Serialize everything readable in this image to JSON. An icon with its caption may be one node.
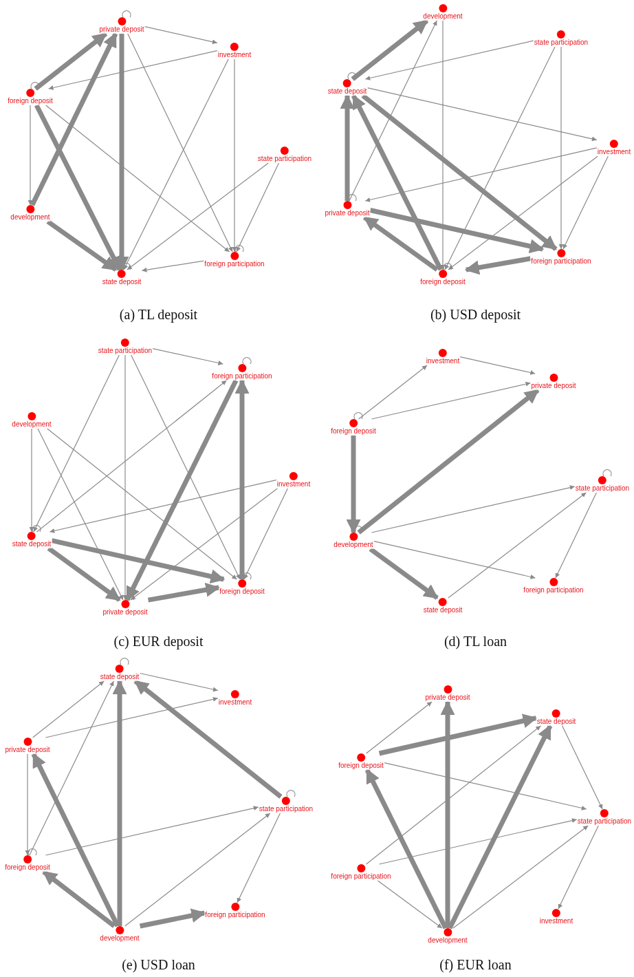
{
  "diagram": {
    "nodes": [
      {
        "text": [
          "(a) TL deposit"
        ]
      },
      {
        "text": [
          "private deposit"
        ],
        "in": 0
      },
      {
        "text": [
          "investment"
        ],
        "in": 0
      },
      {
        "text": [
          "foreign deposit"
        ],
        "in": 0
      },
      {
        "text": [
          "state participation"
        ],
        "in": 0
      },
      {
        "text": [
          "development"
        ],
        "in": 0
      },
      {
        "text": [
          "foreign participation"
        ],
        "in": 0
      },
      {
        "text": [
          "state deposit"
        ],
        "in": 0
      },
      {
        "text": [
          "(b) USD deposit"
        ]
      },
      {
        "text": [
          "development"
        ],
        "in": 8
      },
      {
        "text": [
          "state participation"
        ],
        "in": 8
      },
      {
        "text": [
          "state deposit"
        ],
        "in": 8
      },
      {
        "text": [
          "investment"
        ],
        "in": 8
      },
      {
        "text": [
          "private deposit"
        ],
        "in": 8
      },
      {
        "text": [
          "foreign participation"
        ],
        "in": 8
      },
      {
        "text": [
          "foreign deposit"
        ],
        "in": 8
      },
      {
        "text": [
          "(c) EUR deposit"
        ]
      },
      {
        "text": [
          "state participation"
        ],
        "in": 16
      },
      {
        "text": [
          "foreign participation"
        ],
        "in": 16
      },
      {
        "text": [
          "development"
        ],
        "in": 16
      },
      {
        "text": [
          "investment"
        ],
        "in": 16
      },
      {
        "text": [
          "state deposit"
        ],
        "in": 16
      },
      {
        "text": [
          "foreign deposit"
        ],
        "in": 16
      },
      {
        "text": [
          "private deposit"
        ],
        "in": 16
      },
      {
        "text": [
          "(d) TL loan"
        ]
      },
      {
        "text": [
          "investment"
        ],
        "in": 24
      },
      {
        "text": [
          "private deposit"
        ],
        "in": 24
      },
      {
        "text": [
          "foreign deposit"
        ],
        "in": 24
      },
      {
        "text": [
          "state participation"
        ],
        "in": 24
      },
      {
        "text": [
          "development"
        ],
        "in": 24
      },
      {
        "text": [
          "foreign participation"
        ],
        "in": 24
      },
      {
        "text": [
          "state deposit"
        ],
        "in": 24
      },
      {
        "text": [
          "(e) USD loan"
        ]
      },
      {
        "text": [
          "state deposit"
        ],
        "in": 32
      },
      {
        "text": [
          "investment"
        ],
        "in": 32
      },
      {
        "text": [
          "private deposit"
        ],
        "in": 32
      },
      {
        "text": [
          "state participation"
        ],
        "in": 32
      },
      {
        "text": [
          "foreign deposit"
        ],
        "in": 32
      },
      {
        "text": [
          "foreign participation"
        ],
        "in": 32
      },
      {
        "text": [
          "development"
        ],
        "in": 32
      },
      {
        "text": [
          "(f) EUR loan"
        ]
      },
      {
        "text": [
          "private deposit"
        ],
        "in": 40
      },
      {
        "text": [
          "state deposit"
        ],
        "in": 40
      },
      {
        "text": [
          "foreign deposit"
        ],
        "in": 40
      },
      {
        "text": [
          "state participation"
        ],
        "in": 40
      },
      {
        "text": [
          "foreign participation"
        ],
        "in": 40
      },
      {
        "text": [
          "investment"
        ],
        "in": 40
      },
      {
        "text": [
          "development"
        ],
        "in": 40
      }
    ],
    "edges": [
      {
        "from": 3,
        "to": 1,
        "arrow": "to",
        "style": "thick"
      },
      {
        "from": 5,
        "to": 1,
        "arrow": "to",
        "style": "thick"
      },
      {
        "from": 1,
        "to": 7,
        "arrow": "to",
        "style": "thick"
      },
      {
        "from": 3,
        "to": 7,
        "arrow": "to",
        "style": "thick"
      },
      {
        "from": 5,
        "to": 7,
        "arrow": "to",
        "style": "thick"
      },
      {
        "from": 3,
        "to": 5,
        "arrow": "to"
      },
      {
        "from": 1,
        "to": 2,
        "arrow": "to"
      },
      {
        "from": 2,
        "to": 3,
        "arrow": "to"
      },
      {
        "from": 1,
        "to": 6,
        "arrow": "to"
      },
      {
        "from": 2,
        "to": 7,
        "arrow": "to"
      },
      {
        "from": 2,
        "to": 6,
        "arrow": "to"
      },
      {
        "from": 3,
        "to": 6,
        "arrow": "to"
      },
      {
        "from": 4,
        "to": 7,
        "arrow": "to"
      },
      {
        "from": 4,
        "to": 6,
        "arrow": "to"
      },
      {
        "from": 6,
        "to": 7,
        "arrow": "to"
      },
      {
        "from": 1,
        "to": 1,
        "arrow": "none"
      },
      {
        "from": 3,
        "to": 3,
        "arrow": "none"
      },
      {
        "from": 6,
        "to": 6,
        "arrow": "none"
      },
      {
        "from": 7,
        "to": 7,
        "arrow": "none"
      },
      {
        "from": 11,
        "to": 9,
        "arrow": "to",
        "style": "thick"
      },
      {
        "from": 13,
        "to": 9,
        "arrow": "to"
      },
      {
        "from": 9,
        "to": 15,
        "arrow": "to"
      },
      {
        "from": 10,
        "to": 11,
        "arrow": "to"
      },
      {
        "from": 11,
        "to": 12,
        "arrow": "to"
      },
      {
        "from": 13,
        "to": 11,
        "arrow": "to",
        "style": "thick"
      },
      {
        "from": 15,
        "to": 11,
        "arrow": "to",
        "style": "thick"
      },
      {
        "from": 11,
        "to": 14,
        "arrow": "to",
        "style": "thick"
      },
      {
        "from": 13,
        "to": 14,
        "arrow": "to",
        "style": "thick"
      },
      {
        "from": 15,
        "to": 13,
        "arrow": "to",
        "style": "thick"
      },
      {
        "from": 14,
        "to": 15,
        "arrow": "to",
        "style": "thick"
      },
      {
        "from": 10,
        "to": 15,
        "arrow": "to"
      },
      {
        "from": 10,
        "to": 14,
        "arrow": "to"
      },
      {
        "from": 12,
        "to": 13,
        "arrow": "to"
      },
      {
        "from": 12,
        "to": 15,
        "arrow": "to"
      },
      {
        "from": 12,
        "to": 14,
        "arrow": "to"
      },
      {
        "from": 11,
        "to": 11,
        "arrow": "none"
      },
      {
        "from": 13,
        "to": 13,
        "arrow": "none"
      },
      {
        "from": 15,
        "to": 15,
        "arrow": "none"
      },
      {
        "from": 17,
        "to": 18,
        "arrow": "to"
      },
      {
        "from": 17,
        "to": 21,
        "arrow": "to"
      },
      {
        "from": 17,
        "to": 23,
        "arrow": "to"
      },
      {
        "from": 17,
        "to": 22,
        "arrow": "to"
      },
      {
        "from": 18,
        "to": 23,
        "arrow": "to",
        "style": "thick"
      },
      {
        "from": 22,
        "to": 18,
        "arrow": "to",
        "style": "thick"
      },
      {
        "from": 21,
        "to": 18,
        "arrow": "to"
      },
      {
        "from": 19,
        "to": 21,
        "arrow": "to"
      },
      {
        "from": 19,
        "to": 23,
        "arrow": "to"
      },
      {
        "from": 19,
        "to": 22,
        "arrow": "to"
      },
      {
        "from": 20,
        "to": 21,
        "arrow": "to"
      },
      {
        "from": 20,
        "to": 23,
        "arrow": "to"
      },
      {
        "from": 20,
        "to": 22,
        "arrow": "to"
      },
      {
        "from": 21,
        "to": 22,
        "arrow": "to",
        "style": "thick"
      },
      {
        "from": 21,
        "to": 23,
        "arrow": "to",
        "style": "thick"
      },
      {
        "from": 23,
        "to": 22,
        "arrow": "to",
        "style": "thick"
      },
      {
        "from": 18,
        "to": 18,
        "arrow": "none"
      },
      {
        "from": 21,
        "to": 21,
        "arrow": "none"
      },
      {
        "from": 22,
        "to": 22,
        "arrow": "none"
      },
      {
        "from": 23,
        "to": 23,
        "arrow": "none"
      },
      {
        "from": 25,
        "to": 26,
        "arrow": "to"
      },
      {
        "from": 27,
        "to": 25,
        "arrow": "to"
      },
      {
        "from": 27,
        "to": 26,
        "arrow": "to"
      },
      {
        "from": 27,
        "to": 29,
        "arrow": "to",
        "style": "thick"
      },
      {
        "from": 29,
        "to": 26,
        "arrow": "to",
        "style": "thick"
      },
      {
        "from": 29,
        "to": 28,
        "arrow": "to"
      },
      {
        "from": 29,
        "to": 30,
        "arrow": "to"
      },
      {
        "from": 29,
        "to": 31,
        "arrow": "to",
        "style": "thick"
      },
      {
        "from": 31,
        "to": 28,
        "arrow": "to"
      },
      {
        "from": 28,
        "to": 30,
        "arrow": "to"
      },
      {
        "from": 27,
        "to": 27,
        "arrow": "none"
      },
      {
        "from": 28,
        "to": 28,
        "arrow": "none"
      },
      {
        "from": 29,
        "to": 29,
        "arrow": "none"
      },
      {
        "from": 33,
        "to": 34,
        "arrow": "to"
      },
      {
        "from": 35,
        "to": 33,
        "arrow": "to"
      },
      {
        "from": 35,
        "to": 34,
        "arrow": "to"
      },
      {
        "from": 37,
        "to": 33,
        "arrow": "to"
      },
      {
        "from": 39,
        "to": 33,
        "arrow": "to",
        "style": "thick"
      },
      {
        "from": 36,
        "to": 33,
        "arrow": "to",
        "style": "thick"
      },
      {
        "from": 35,
        "to": 37,
        "arrow": "to"
      },
      {
        "from": 39,
        "to": 35,
        "arrow": "to",
        "style": "thick"
      },
      {
        "from": 37,
        "to": 36,
        "arrow": "to"
      },
      {
        "from": 39,
        "to": 37,
        "arrow": "to",
        "style": "thick"
      },
      {
        "from": 39,
        "to": 38,
        "arrow": "to",
        "style": "thick"
      },
      {
        "from": 39,
        "to": 36,
        "arrow": "to"
      },
      {
        "from": 36,
        "to": 38,
        "arrow": "to"
      },
      {
        "from": 33,
        "to": 33,
        "arrow": "none"
      },
      {
        "from": 36,
        "to": 36,
        "arrow": "none"
      },
      {
        "from": 37,
        "to": 37,
        "arrow": "none"
      },
      {
        "from": 43,
        "to": 41,
        "arrow": "to"
      },
      {
        "from": 47,
        "to": 41,
        "arrow": "to",
        "style": "thick"
      },
      {
        "from": 43,
        "to": 42,
        "arrow": "to",
        "style": "thick"
      },
      {
        "from": 47,
        "to": 42,
        "arrow": "to",
        "style": "thick"
      },
      {
        "from": 47,
        "to": 43,
        "arrow": "to",
        "style": "thick"
      },
      {
        "from": 43,
        "to": 44,
        "arrow": "to"
      },
      {
        "from": 42,
        "to": 44,
        "arrow": "to"
      },
      {
        "from": 45,
        "to": 42,
        "arrow": "to"
      },
      {
        "from": 45,
        "to": 44,
        "arrow": "to"
      },
      {
        "from": 45,
        "to": 47,
        "arrow": "to"
      },
      {
        "from": 47,
        "to": 44,
        "arrow": "to"
      },
      {
        "from": 44,
        "to": 46,
        "arrow": "to"
      }
    ]
  }
}
